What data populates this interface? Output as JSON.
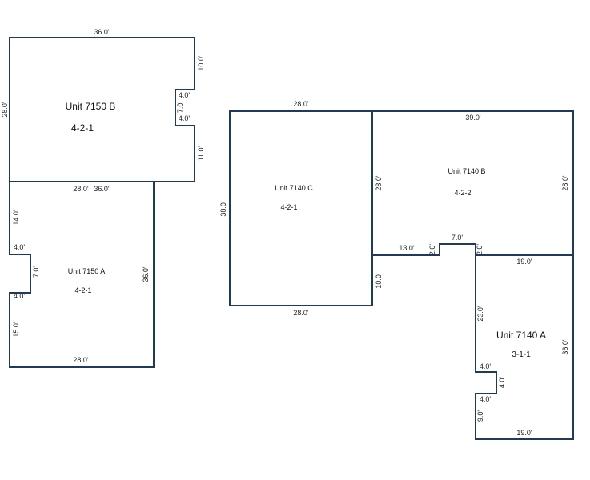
{
  "units": [
    {
      "id": "u7150b",
      "name": "Unit 7150 B",
      "config": "4-2-1",
      "dimensions": [
        "36.0'",
        "10.0'",
        "4.0'",
        "7.0'",
        "4.0'",
        "11.0'",
        "36.0'",
        "28.0'"
      ]
    },
    {
      "id": "u7150a",
      "name": "Unit 7150 A",
      "config": "4-2-1",
      "dimensions": [
        "28.0'",
        "36.0'",
        "28.0'",
        "15.0'",
        "4.0'",
        "7.0'",
        "4.0'",
        "14.0'"
      ]
    },
    {
      "id": "u7140c",
      "name": "Unit 7140 C",
      "config": "4-2-1",
      "dimensions": [
        "28.0'",
        "28.0'",
        "10.0'",
        "28.0'",
        "38.0'"
      ]
    },
    {
      "id": "u7140b",
      "name": "Unit 7140 B",
      "config": "4-2-2",
      "dimensions": [
        "39.0'",
        "28.0'",
        "19.0'",
        "2.0'",
        "7.0'",
        "2.0'",
        "13.0'"
      ]
    },
    {
      "id": "u7140a",
      "name": "Unit 7140 A",
      "config": "3-1-1",
      "dimensions": [
        "36.0'",
        "19.0'",
        "9.0'",
        "4.0'",
        "4.0'",
        "4.0'",
        "23.0'"
      ]
    }
  ]
}
